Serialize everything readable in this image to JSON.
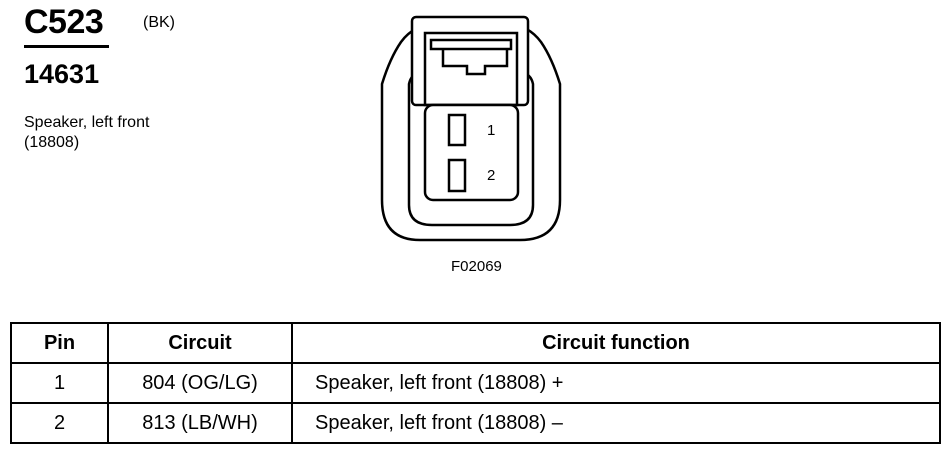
{
  "header": {
    "connector_id": "C523",
    "color_code": "(BK)",
    "part_number": "14631",
    "description_line1": "Speaker, left front",
    "description_line2": "(18808)"
  },
  "diagram": {
    "figure_id": "F02069",
    "pin_labels": [
      "1",
      "2"
    ]
  },
  "table": {
    "headers": [
      "Pin",
      "Circuit",
      "Circuit function"
    ],
    "rows": [
      {
        "pin": "1",
        "circuit": "804 (OG/LG)",
        "function": "Speaker, left front (18808) +"
      },
      {
        "pin": "2",
        "circuit": "813 (LB/WH)",
        "function": "Speaker, left front (18808) –"
      }
    ]
  }
}
